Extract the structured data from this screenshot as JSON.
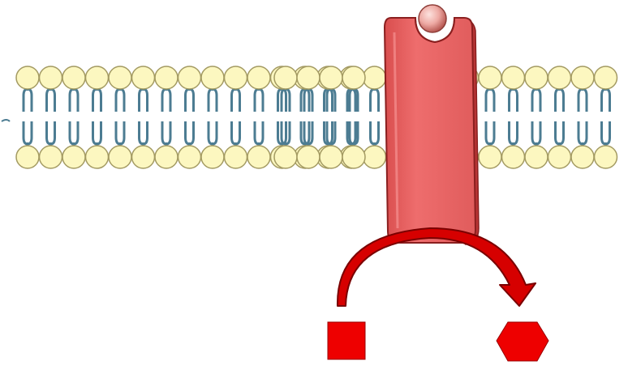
{
  "diagram": {
    "type": "membrane-receptor-enzyme-illustration",
    "elements": {
      "membrane": "phospholipid-bilayer",
      "receptor": "transmembrane-receptor",
      "ligand": "ligand-sphere",
      "arrow": "conversion-arrow",
      "substrate": "square",
      "product": "hexagon"
    }
  },
  "colors": {
    "background": "#ffffff",
    "lipid_head_fill": "#fcf7c0",
    "lipid_head_stroke": "#a39a62",
    "lipid_tail": "#4c7c92",
    "receptor_fill": "#ea6565",
    "receptor_dark": "#b83636",
    "receptor_stroke": "#8a1f1f",
    "ligand_fill": "#eeaaa4",
    "arrow_fill": "#d60000",
    "arrow_stroke": "#7a0000",
    "shape_fill": "#ee0000",
    "shape_stroke": "#990000"
  }
}
